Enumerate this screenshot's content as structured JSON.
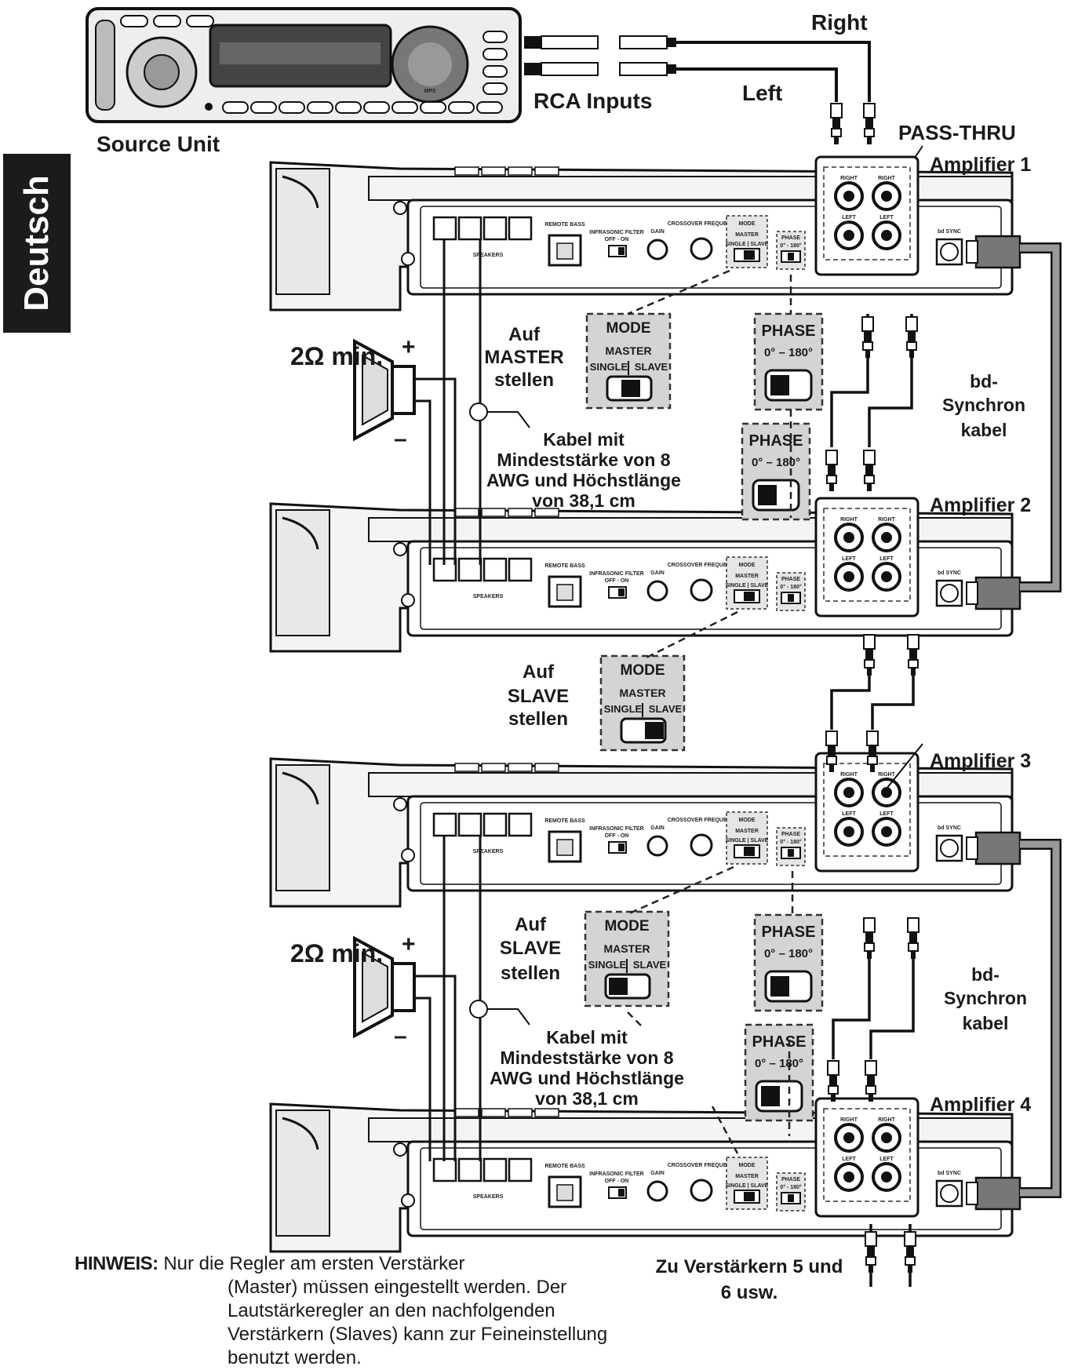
{
  "sidebar": {
    "language_tab": "Deutsch"
  },
  "source": {
    "label": "Source Unit",
    "rca_inputs": "RCA Inputs",
    "right": "Right",
    "left": "Left",
    "display_badge": "MP3"
  },
  "pass_thru": "PASS-THRU",
  "amplifiers": [
    {
      "name": "Amplifier 1"
    },
    {
      "name": "Amplifier 2"
    },
    {
      "name": "Amplifier 3"
    },
    {
      "name": "Amplifier 4"
    }
  ],
  "panel": {
    "speakers": "SPEAKERS",
    "remote_bass": "REMOTE BASS",
    "infrasonic": "INFRASONIC FILTER",
    "off_on": "OFF - ON",
    "gain": "GAIN",
    "crossover": "CROSSOVER FREQUENCY",
    "mode": "MODE",
    "master": "MASTER",
    "single_slave": "SINGLE | SLAVE",
    "phase": "PHASE",
    "phase_range": "0° - 180°",
    "right": "RIGHT",
    "left": "LEFT",
    "bd_sync": "bd SYNC"
  },
  "callouts": {
    "mode_title": "MODE",
    "master": "MASTER",
    "single": "SINGLE",
    "slave": "SLAVE",
    "phase_title": "PHASE",
    "phase_range": "0° – 180°"
  },
  "impedance": "2Ω min.",
  "plus": "+",
  "minus": "–",
  "set_master": [
    "Auf",
    "MASTER",
    "stellen"
  ],
  "set_slave": [
    "Auf",
    "SLAVE",
    "stellen"
  ],
  "cable": [
    "Kabel mit",
    "Mindeststärke von 8",
    "AWG und Höchstlänge",
    "von 38,1 cm"
  ],
  "bd_cable": [
    "bd-",
    "Synchron",
    "kabel"
  ],
  "onward": [
    "Zu Verstärkern 5 und",
    "6 usw."
  ],
  "note": {
    "heading": "HINWEIS:",
    "first_line": "Nur die Regler am ersten Verstärker",
    "lines": [
      "(Master) müssen eingestellt werden. Der",
      "Lautstärkeregler an den nachfolgenden",
      "Verstärkern (Slaves) kann zur Feineinstellung",
      "benutzt werden."
    ]
  }
}
